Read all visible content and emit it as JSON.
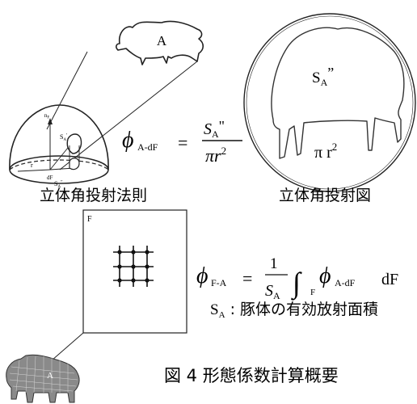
{
  "diagram": {
    "pig_label_top": "A",
    "pig_label_bottom": "A",
    "grid_panel_label": "F",
    "sphere_normal_label": "n",
    "sphere_normal_sub": "F",
    "sphere_sa_label": "S",
    "sphere_sa_sub": "A",
    "sphere_sa_prime": "'",
    "sphere_sa2_label": "S",
    "sphere_sa2_sub": "A",
    "sphere_sa2_prime": "\"",
    "sphere_r_label": "r",
    "sphere_df_label": "dF",
    "projection_sa_label": "S",
    "projection_sa_sub": "A",
    "projection_sa_prime": "”",
    "projection_area_label": "π r",
    "projection_area_exp": "2",
    "eq1": {
      "phi": "ϕ",
      "phi_sub": "A-dF",
      "equals": "=",
      "num": "S",
      "num_sub": "A",
      "num_prime": "\"",
      "den": "πr",
      "den_exp": "2"
    },
    "caption_law": "立体角投射法則",
    "caption_projection": "立体角投射図",
    "eq2": {
      "phi": "ϕ",
      "phi_sub": "F-A",
      "equals": "=",
      "frac_num": "1",
      "frac_den": "S",
      "frac_den_sub": "A",
      "integral": "∫",
      "int_sub": "F",
      "phi2": "ϕ",
      "phi2_sub": "A-dF",
      "dF": "dF"
    },
    "sa_note": {
      "symbol": "S",
      "symbol_sub": "A",
      "text": " : 豚体の有効放射面積"
    },
    "figure_caption": "図 4  形態係数計算概要"
  }
}
